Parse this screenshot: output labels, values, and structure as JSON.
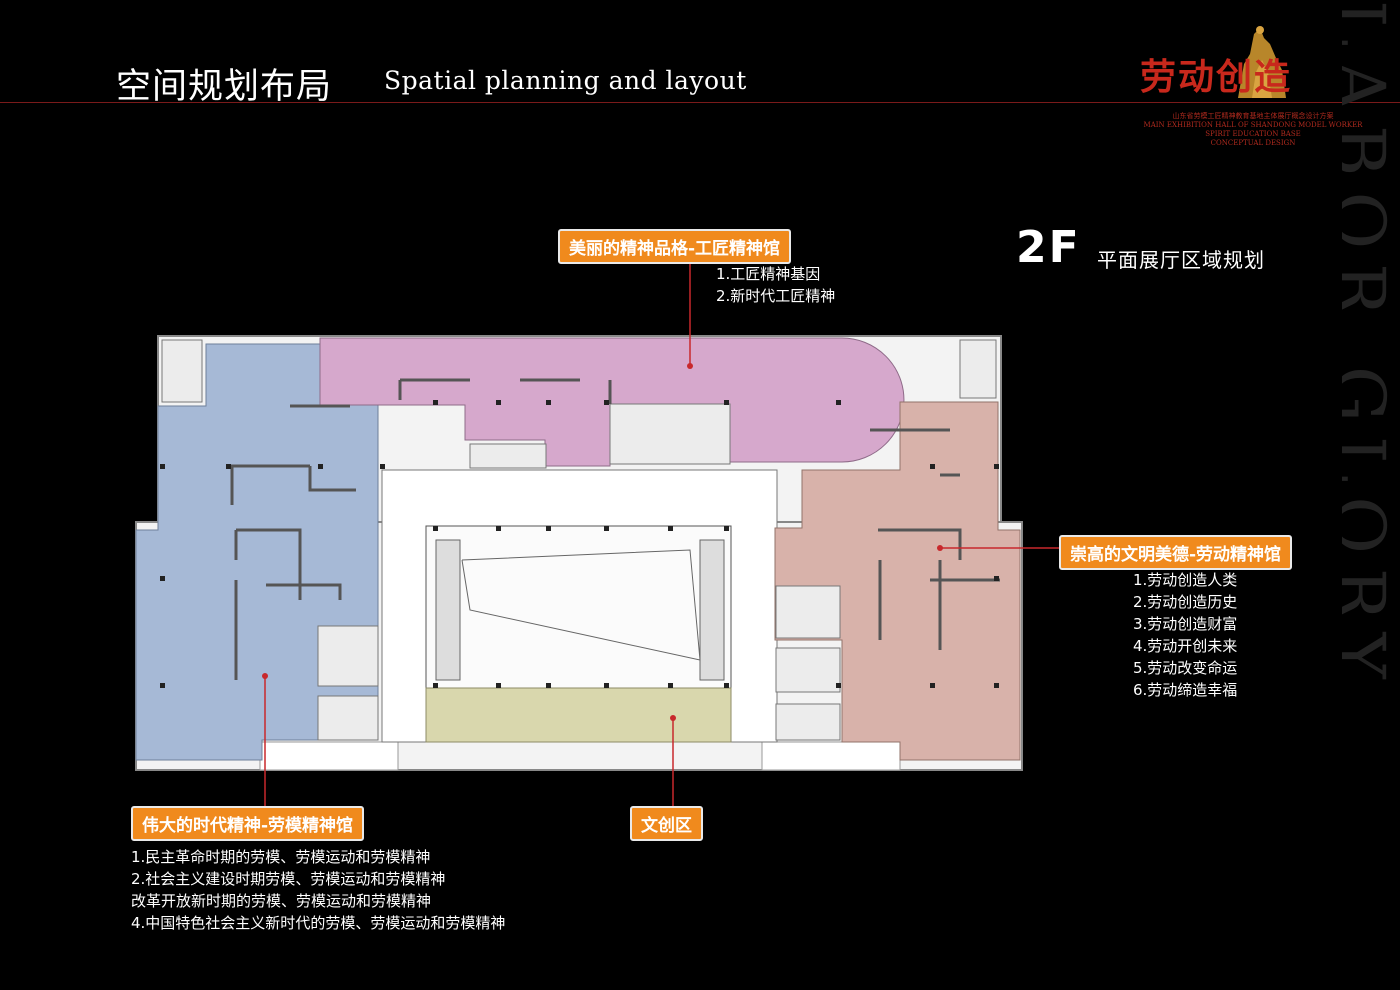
{
  "header": {
    "title_cn": "空间规划布局",
    "title_en": "Spatial planning and layout"
  },
  "logo": {
    "title": "劳动创造",
    "subtitle_cn": "山东省劳模工匠精神教育基地主体展厅概念设计方案",
    "subtitle_en": "MAIN EXHIBITION HALL OF SHANDONG MODEL WORKER SPIRIT EDUCATION BASE",
    "subtitle_en2": "CONCEPTUAL DESIGN"
  },
  "side_text": "LABOR GLORY",
  "floor": {
    "label": "2F",
    "title": "平面展厅区域规划"
  },
  "colors": {
    "accent": "#f08a1d",
    "leader": "#c8282c",
    "zone_blue": "#a6b9d6",
    "zone_pink": "#d6a8cc",
    "zone_rose": "#d8b2aa",
    "zone_khaki": "#d9d7ad",
    "atrium": "#ffffff"
  },
  "zones": {
    "craftsman": {
      "label": "美丽的精神品格-工匠精神馆",
      "items": [
        "1.工匠精神基因",
        "2.新时代工匠精神"
      ]
    },
    "labor": {
      "label": "崇高的文明美德-劳动精神馆",
      "items": [
        "1.劳动创造人类",
        "2.劳动创造历史",
        "3.劳动创造财富",
        "4.劳动开创未来",
        "5.劳动改变命运",
        "6.劳动缔造幸福"
      ]
    },
    "model": {
      "label": "伟大的时代精神-劳模精神馆",
      "items": [
        "1.民主革命时期的劳模、劳模运动和劳模精神",
        "2.社会主义建设时期劳模、劳模运动和劳模精神",
        "改革开放新时期的劳模、劳模运动和劳模精神",
        "4.中国特色社会主义新时代的劳模、劳模运动和劳模精神"
      ]
    },
    "creative": {
      "label": "文创区"
    }
  }
}
